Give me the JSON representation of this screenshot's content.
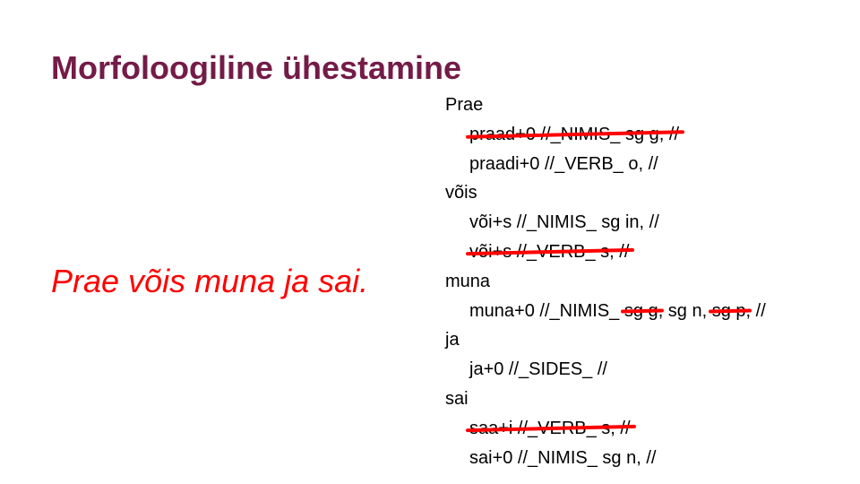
{
  "slide": {
    "title": "Morfoloogiline ühestamine",
    "sentence": "Prae võis muna ja sai.",
    "colors": {
      "title": "#741b47",
      "sentence": "#ff0000",
      "strike": "#ff0000",
      "text": "#000000"
    }
  },
  "analysis": [
    {
      "word": "Prae",
      "readings": [
        {
          "segments": [
            {
              "text": "praad+0 //_NIMIS_ sg g, //",
              "struck": true
            }
          ]
        },
        {
          "segments": [
            {
              "text": "praadi+0 //_VERB_ o, //",
              "struck": false
            }
          ]
        }
      ]
    },
    {
      "word": "võis",
      "readings": [
        {
          "segments": [
            {
              "text": "või+s //_NIMIS_ sg in, //",
              "struck": false
            }
          ]
        },
        {
          "segments": [
            {
              "text": "või+s //_VERB_ s, //",
              "struck": true
            }
          ]
        }
      ]
    },
    {
      "word": "muna",
      "readings": [
        {
          "segments": [
            {
              "text": "muna+0 //_NIMIS_ ",
              "struck": false
            },
            {
              "text": "sg g",
              "struck": true
            },
            {
              "text": ", sg n, ",
              "struck": false
            },
            {
              "text": "sg p",
              "struck": true
            },
            {
              "text": ", //",
              "struck": false
            }
          ]
        }
      ]
    },
    {
      "word": "ja",
      "readings": [
        {
          "segments": [
            {
              "text": "ja+0 //_SIDES_ //",
              "struck": false
            }
          ]
        }
      ]
    },
    {
      "word": "sai",
      "readings": [
        {
          "segments": [
            {
              "text": "saa+i //_VERB_ s, //",
              "struck": true
            }
          ]
        },
        {
          "segments": [
            {
              "text": "sai+0 //_NIMIS_ sg n, //",
              "struck": false
            }
          ]
        }
      ]
    }
  ]
}
